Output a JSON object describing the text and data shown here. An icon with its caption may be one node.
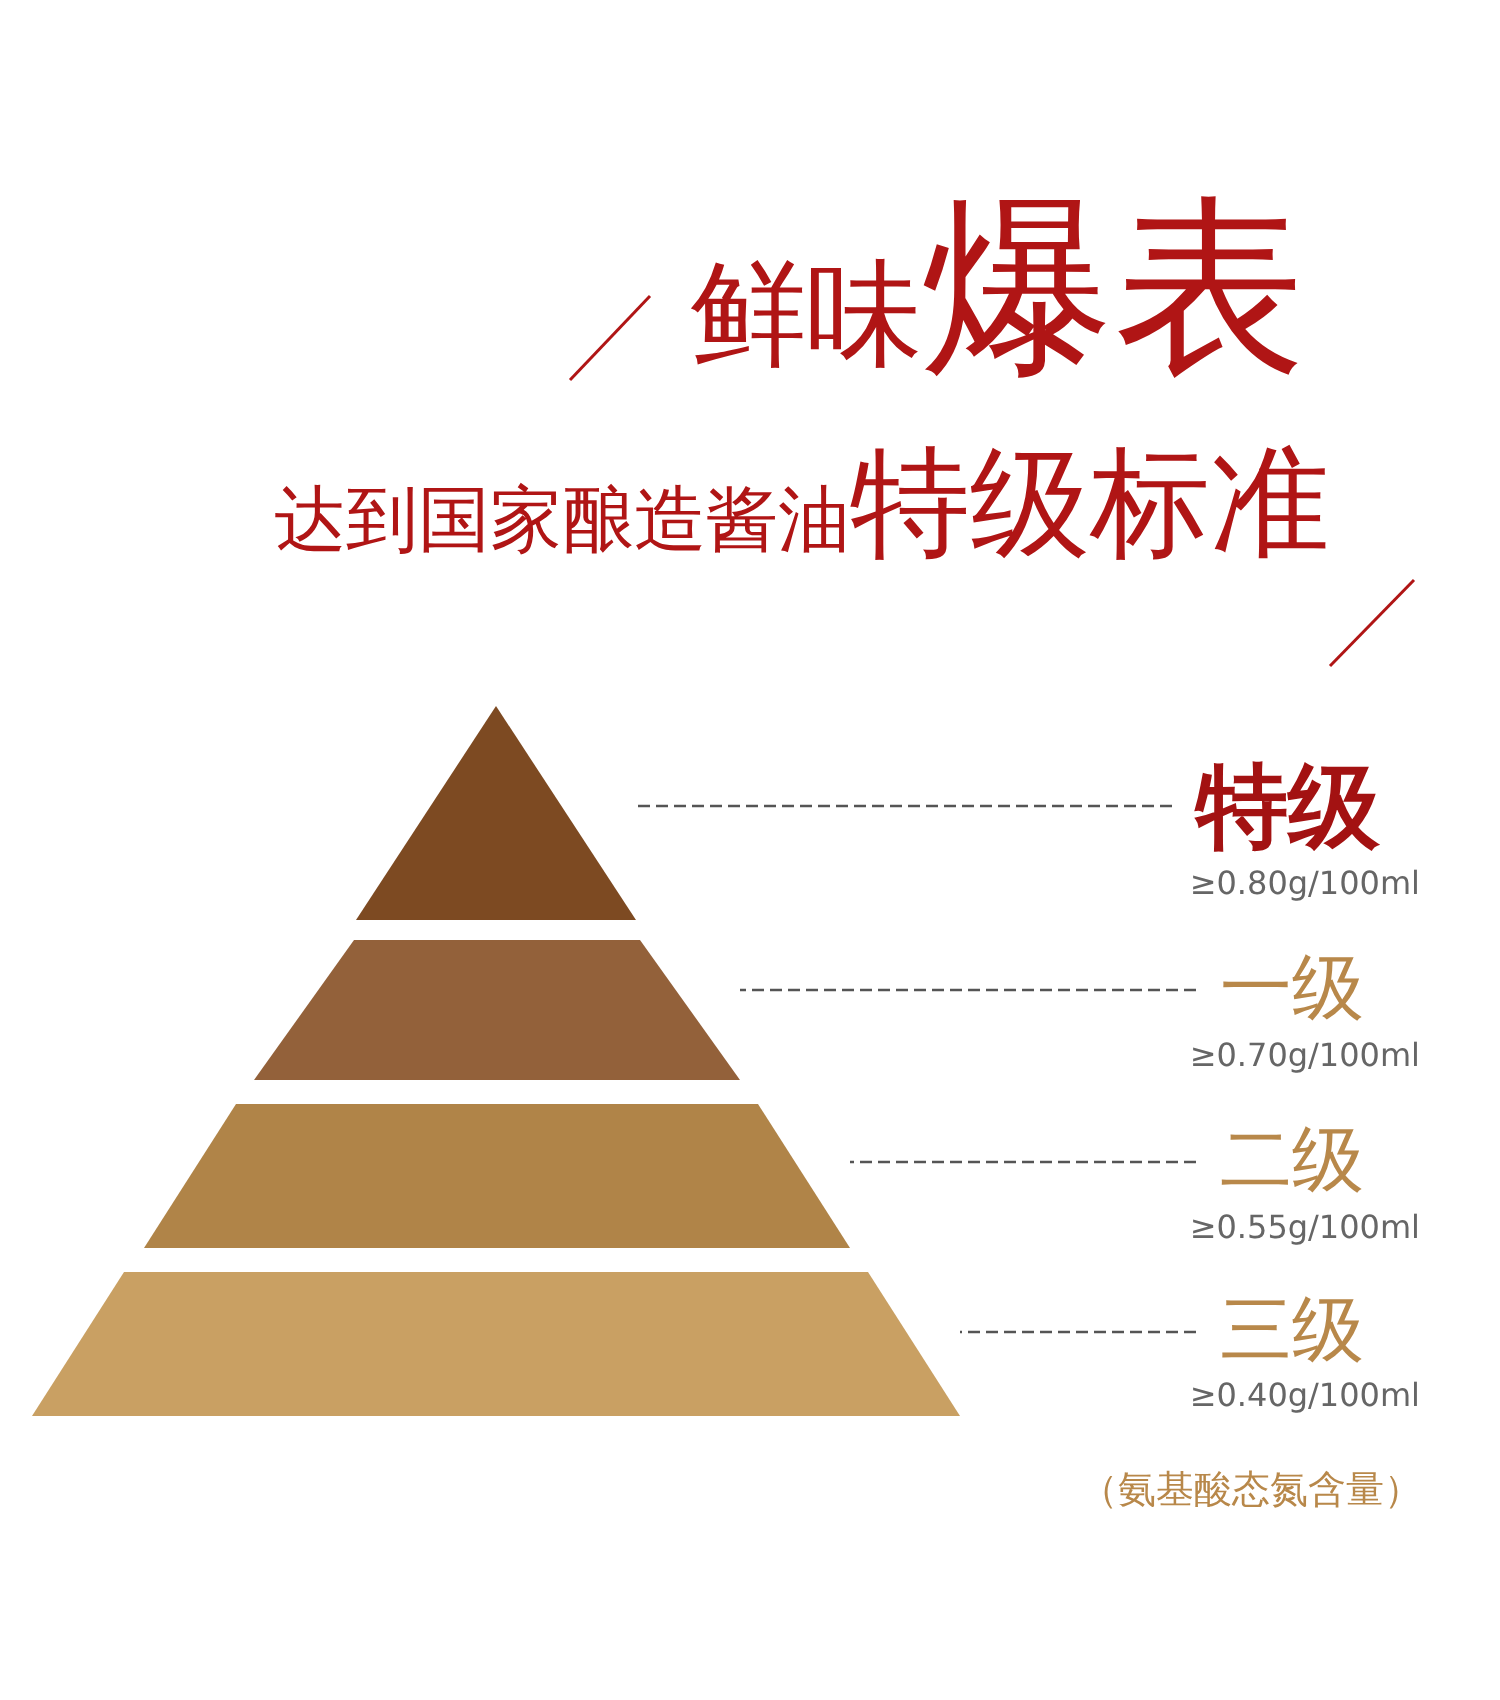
{
  "diagram": {
    "title": "鲜味**爆表**",
    "nodes": [
      {
        "text": [],
        "shape": "triangle"
      },
      {
        "text": [],
        "shape": "trapezoid"
      },
      {
        "text": [],
        "shape": "trapezoid"
      },
      {
        "text": [],
        "shape": "trapezoid"
      },
      {
        "text": [
          "特级"
        ],
        "beside": [
          "≥0.80g/100ml"
        ]
      },
      {
        "text": [
          "一级"
        ],
        "beside": [
          "≥0.70g/100ml"
        ]
      },
      {
        "text": [
          "二级"
        ],
        "beside": [
          "≥0.55g/100ml"
        ]
      },
      {
        "text": [
          "三级"
        ],
        "beside": [
          "≥0.40g/100ml"
        ]
      }
    ],
    "edges": [
      {
        "from": 4,
        "to": 0,
        "arrow": "none",
        "style": "dashed"
      },
      {
        "from": 5,
        "to": 1,
        "arrow": "none",
        "style": "dashed"
      },
      {
        "from": 6,
        "to": 2,
        "arrow": "none",
        "style": "dashed"
      },
      {
        "from": 7,
        "to": 3,
        "arrow": "none",
        "style": "dashed"
      }
    ],
    "labels": [
      "达到国家酿造酱油**特级标准**",
      "（氨基酸态氮含量）"
    ]
  }
}
